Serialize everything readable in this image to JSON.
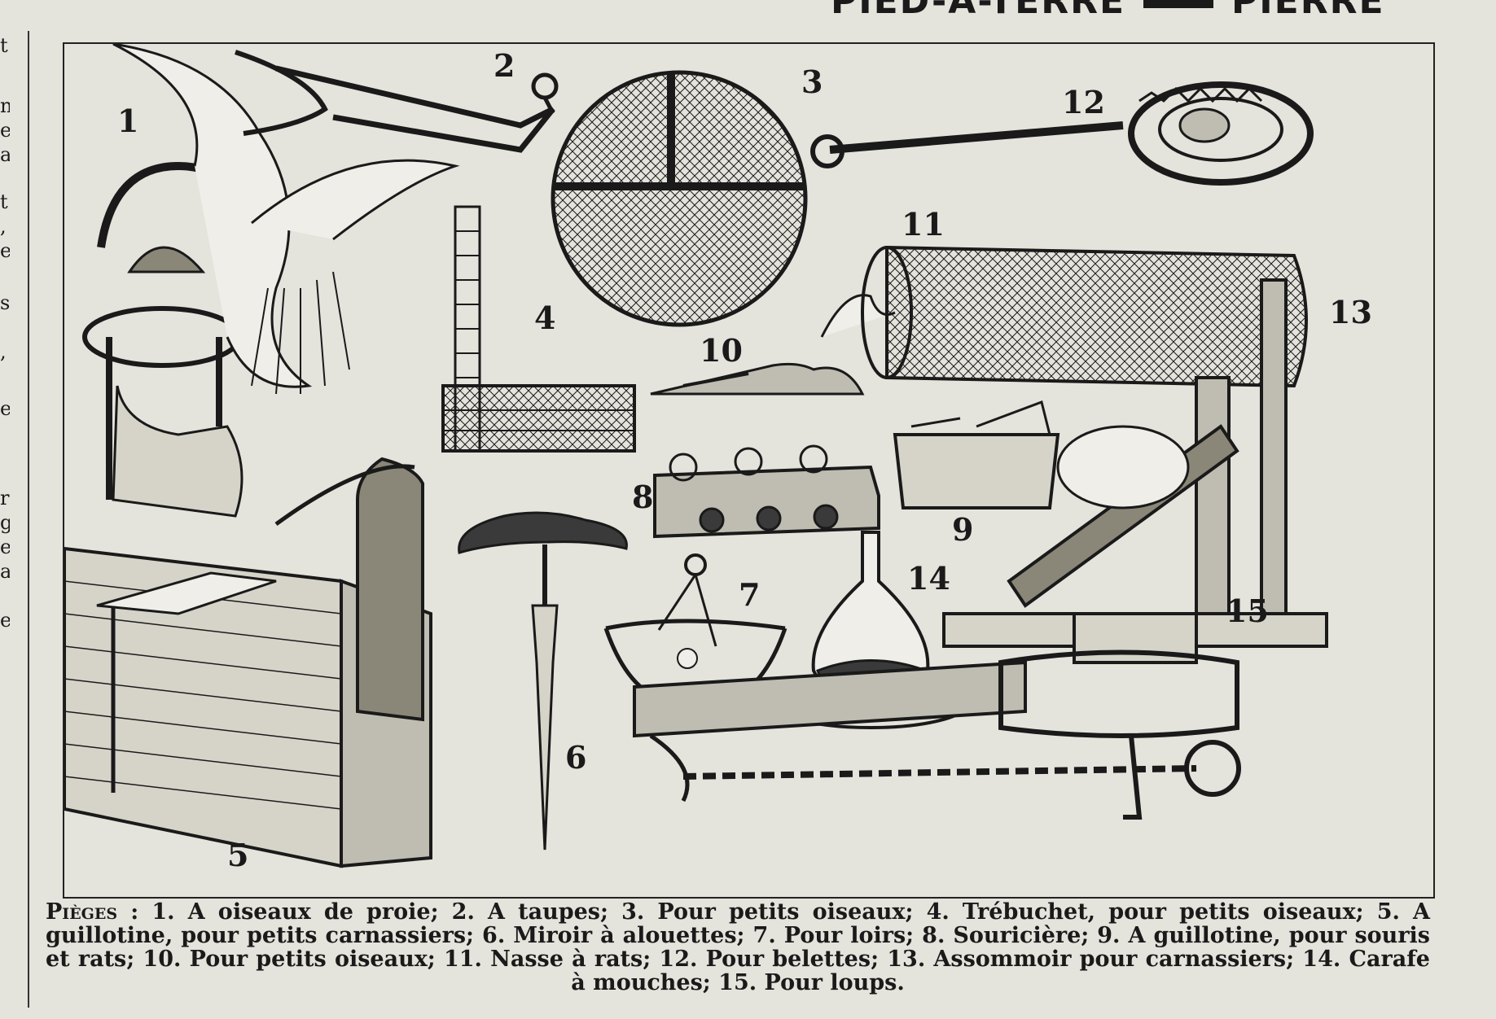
{
  "header": {
    "left": "PIED-A-TERRE",
    "right": "PIERRE"
  },
  "margin_letters": [
    "t",
    "n",
    "e",
    "a",
    "t",
    ",",
    "e",
    "s",
    ",",
    "e",
    "r",
    "g",
    "e",
    "a",
    "e"
  ],
  "plate": {
    "numbers": [
      "1",
      "2",
      "3",
      "4",
      "5",
      "6",
      "7",
      "8",
      "9",
      "10",
      "11",
      "12",
      "13",
      "14",
      "15"
    ]
  },
  "caption": {
    "heading": "Pièges",
    "separator": " : ",
    "text": "1. A oiseaux de proie; 2. A taupes; 3. Pour petits oiseaux; 4. Trébuchet, pour petits oiseaux; 5. A guillotine, pour petits carnassiers; 6. Miroir à alouettes; 7. Pour loirs; 8. Souricière; 9. A guillotine, pour souris et rats; 10. Pour petits oiseaux; 11. Nasse à rats; 12. Pour belettes; 13. Assommoir pour carnassiers; 14. Carafe à mouches; 15. Pour loups."
  }
}
